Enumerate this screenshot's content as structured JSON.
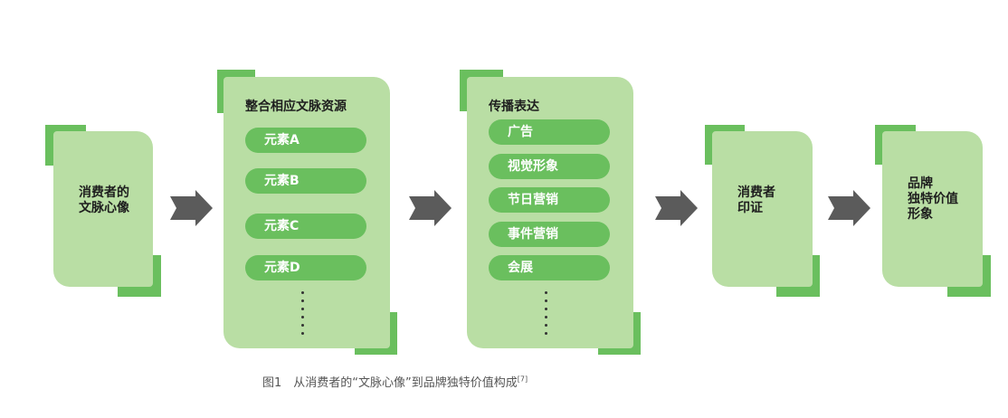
{
  "diagram": {
    "box1": {
      "label": "消费者的\n文脉心像"
    },
    "panel1": {
      "title": "整合相应文脉资源",
      "items": [
        "元素A",
        "元素B",
        "元素C",
        "元素D"
      ]
    },
    "panel2": {
      "title": "传播表达",
      "items": [
        "广告",
        "视觉形象",
        "节日营销",
        "事件营销",
        "会展"
      ]
    },
    "box2": {
      "label": "消费者\n印证"
    },
    "box3": {
      "label": "品牌\n独特价值\n形象"
    }
  },
  "caption": {
    "text": "图1　从消费者的“文脉心像”到品牌独特价值构成",
    "ref": "[7]"
  },
  "colors": {
    "card": "#b9dea4",
    "accent": "#6abf5e",
    "arrow": "#5b5b5b"
  }
}
